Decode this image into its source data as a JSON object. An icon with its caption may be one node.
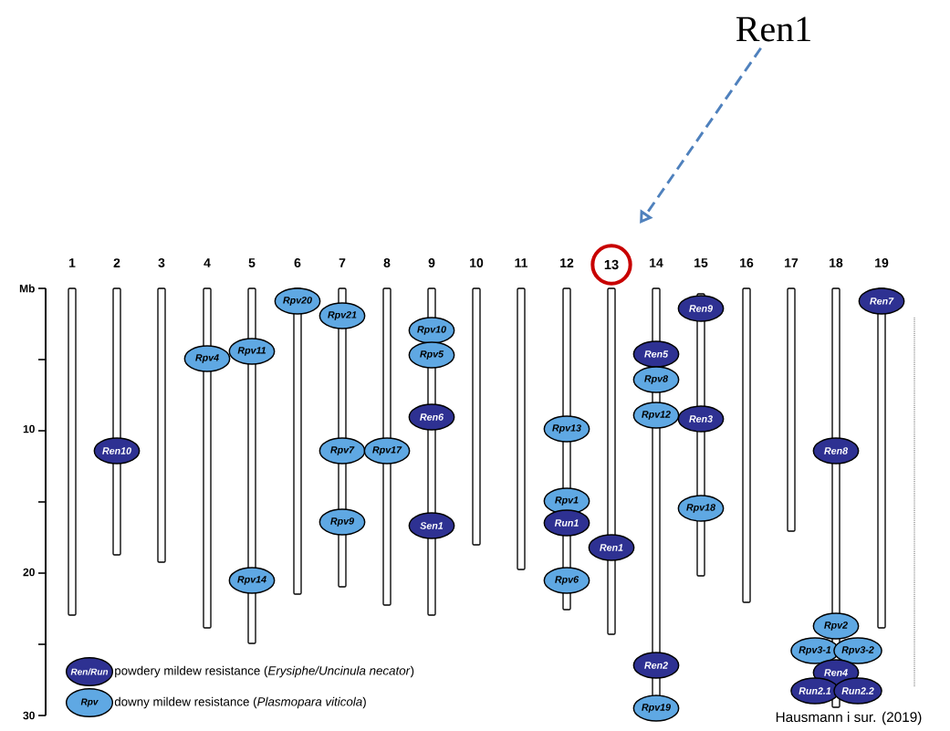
{
  "diagram": {
    "nodes": [
      {
        "text": [
          "Ren1"
        ]
      },
      {
        "text": [
          "13"
        ]
      },
      {
        "text": [
          "Ren10"
        ]
      },
      {
        "text": [
          "Rpv4"
        ]
      },
      {
        "text": [
          "Rpv11"
        ]
      },
      {
        "text": [
          "Rpv14"
        ]
      },
      {
        "text": [
          "Rpv20"
        ]
      },
      {
        "text": [
          "Rpv21"
        ]
      },
      {
        "text": [
          "Rpv7"
        ]
      },
      {
        "text": [
          "Rpv9"
        ]
      },
      {
        "text": [
          "Rpv17"
        ]
      },
      {
        "text": [
          "Rpv10"
        ]
      },
      {
        "text": [
          "Rpv5"
        ]
      },
      {
        "text": [
          "Ren6"
        ]
      },
      {
        "text": [
          "Sen1"
        ]
      },
      {
        "text": [
          "Rpv13"
        ]
      },
      {
        "text": [
          "Rpv1"
        ]
      },
      {
        "text": [
          "Run1"
        ]
      },
      {
        "text": [
          "Rpv6"
        ]
      },
      {
        "text": [
          "Ren1"
        ]
      },
      {
        "text": [
          "Ren5"
        ]
      },
      {
        "text": [
          "Rpv8"
        ]
      },
      {
        "text": [
          "Rpv12"
        ]
      },
      {
        "text": [
          "Ren2"
        ]
      },
      {
        "text": [
          "Rpv19"
        ]
      },
      {
        "text": [
          "Ren9"
        ]
      },
      {
        "text": [
          "Ren3"
        ]
      },
      {
        "text": [
          "Rpv18"
        ]
      },
      {
        "text": [
          "Ren8"
        ]
      },
      {
        "text": [
          "Rpv2"
        ]
      },
      {
        "text": [
          "Rpv3-1"
        ]
      },
      {
        "text": [
          "Rpv3-2"
        ]
      },
      {
        "text": [
          "Ren4"
        ]
      },
      {
        "text": [
          "Run2.1"
        ]
      },
      {
        "text": [
          "Run2.2"
        ]
      },
      {
        "text": [
          "Ren7"
        ]
      }
    ],
    "edges": [
      {
        "from": 0,
        "to": 1,
        "arrow": "to",
        "style": "dashed",
        "color": "#4f81bd"
      }
    ],
    "labels": [
      "1",
      "2",
      "3",
      "4",
      "5",
      "6",
      "7",
      "8",
      "9",
      "10",
      "11",
      "12",
      "14",
      "15",
      "16",
      "17",
      "18",
      "19",
      "Mb",
      "10",
      "20",
      "Ren/Run",
      "Rpv",
      "30",
      "Hausmann i sur. (2019)"
    ],
    "legend": [
      {
        "text": "powdery mildew resistance (*Erysiphe/Uncinula necator*)",
        "color": "#2e3192"
      },
      {
        "text": "downy mildew resistance (*Plasmopara viticola*)",
        "color": "#5fa8e3"
      }
    ]
  }
}
